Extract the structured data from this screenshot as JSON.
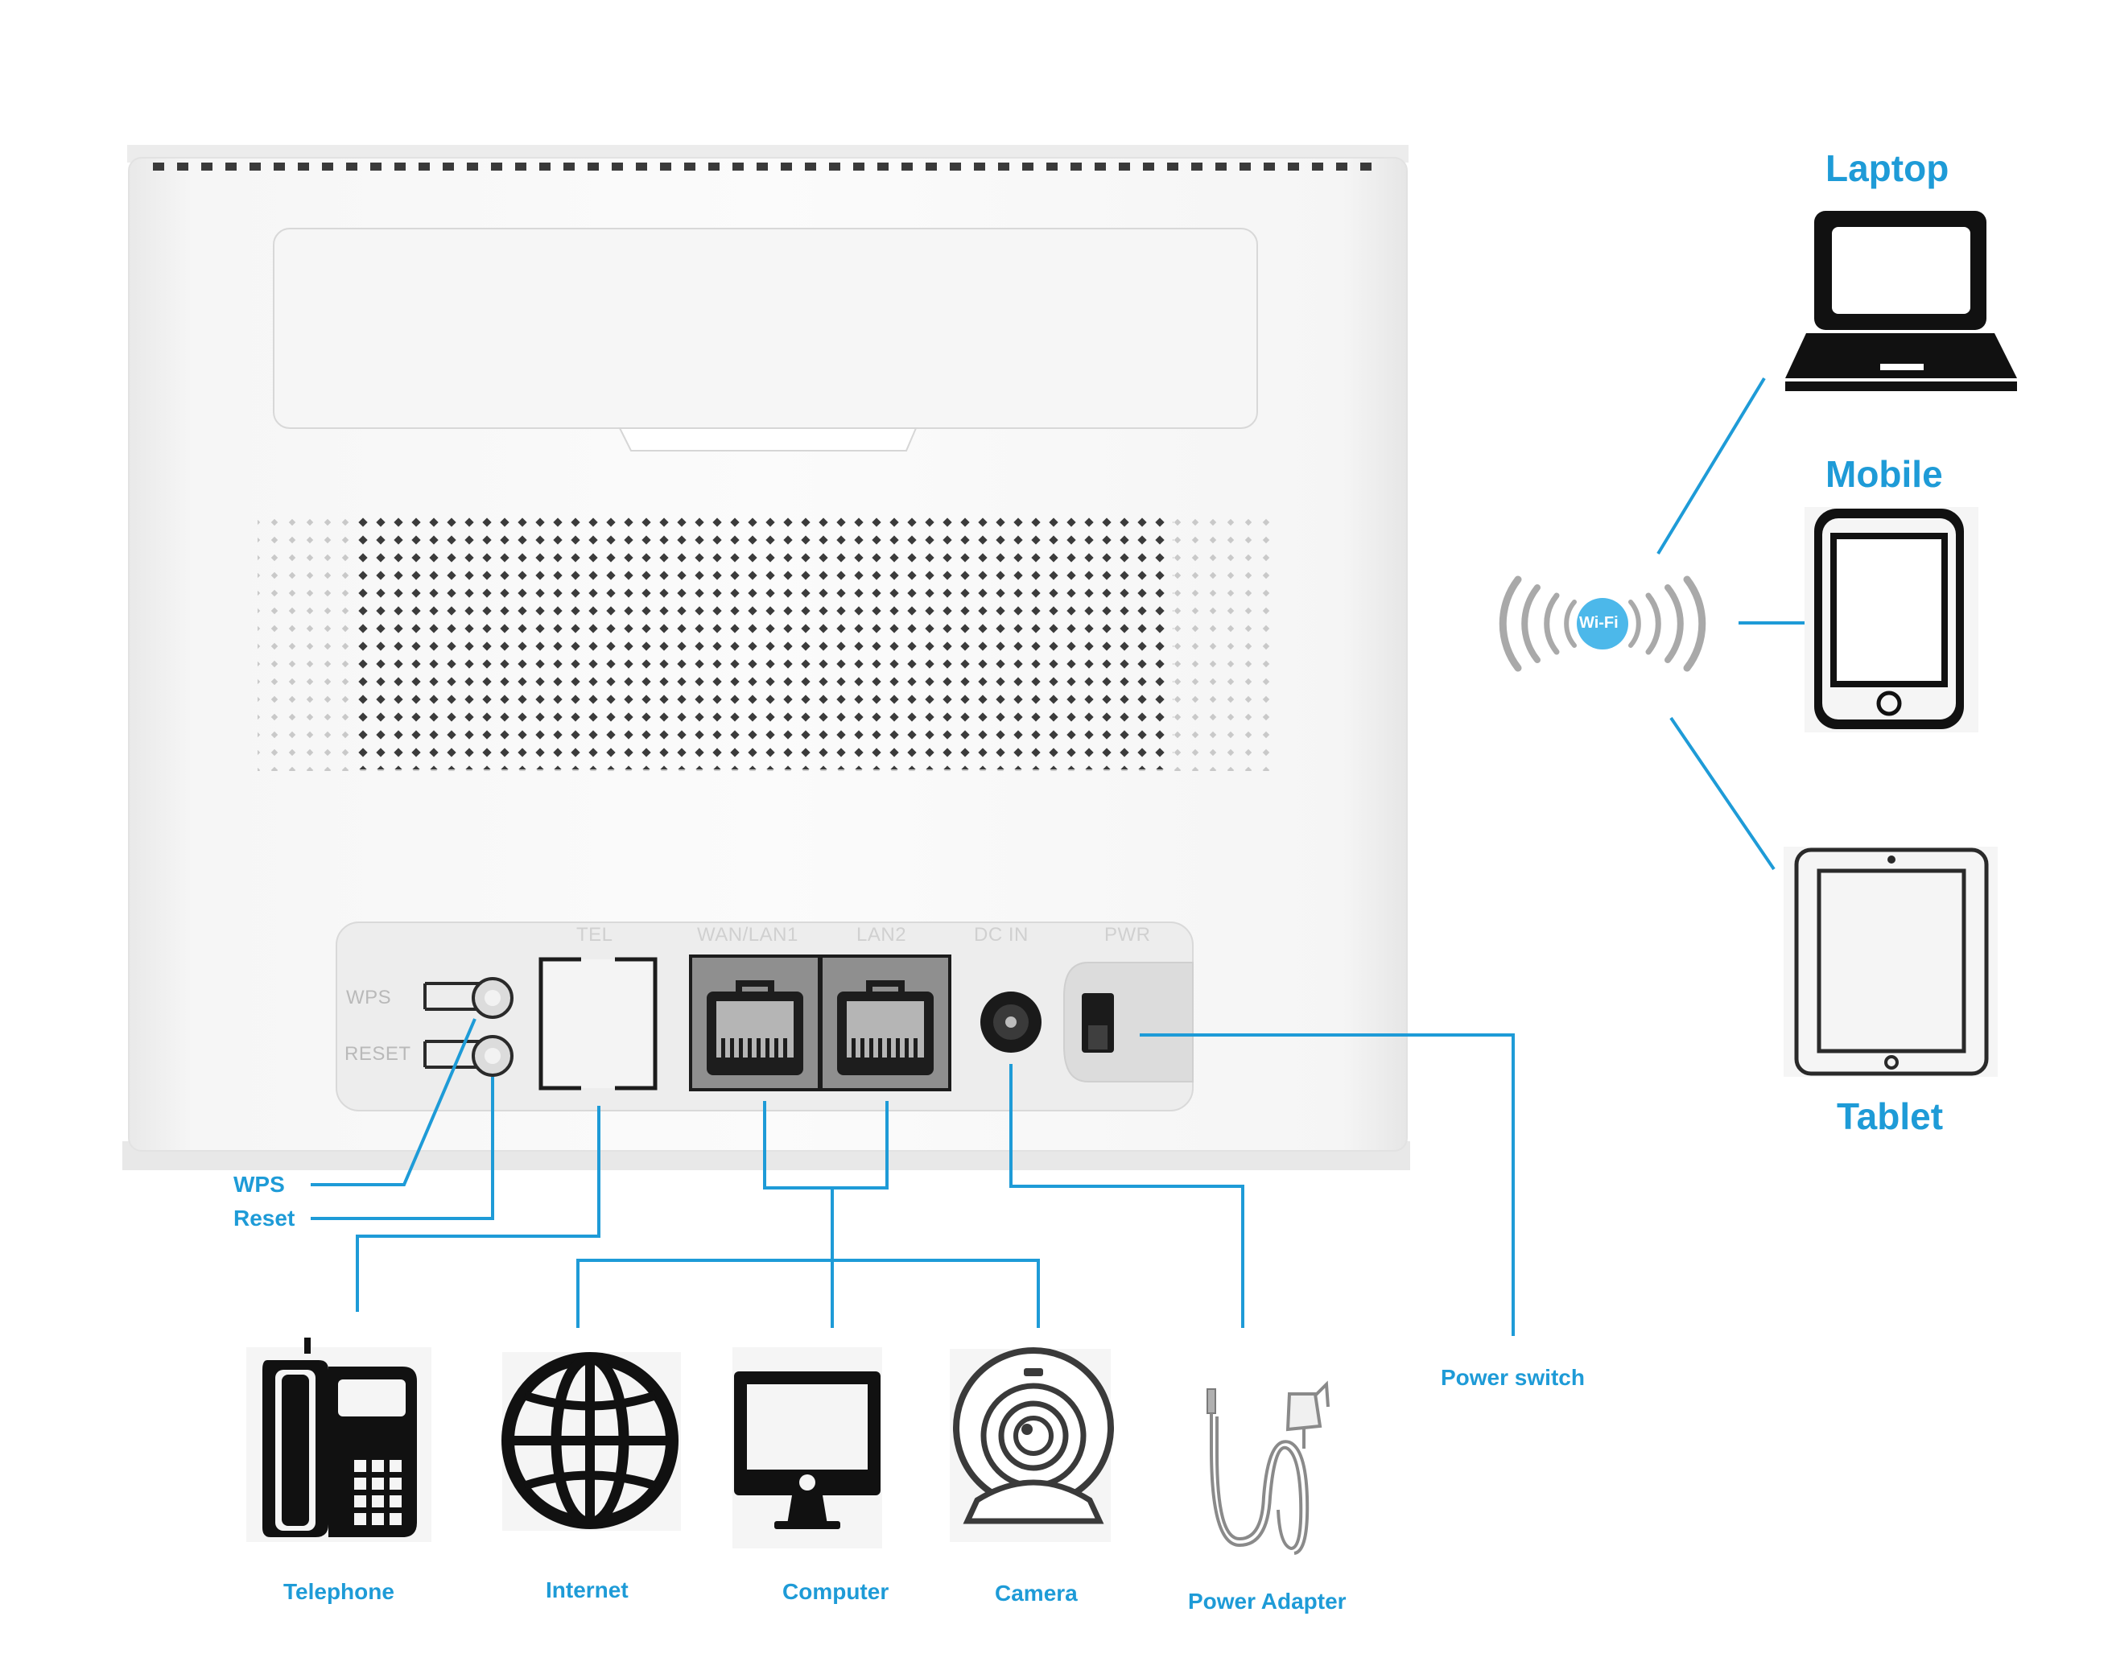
{
  "router": {
    "port_labels": {
      "wps": "WPS",
      "reset": "RESET",
      "tel": "TEL",
      "wan_lan1": "WAN/LAN1",
      "lan2": "LAN2",
      "dc_in": "DC IN",
      "pwr": "PWR"
    }
  },
  "callouts": {
    "wps": "WPS",
    "reset": "Reset",
    "power_switch": "Power switch"
  },
  "devices": {
    "telephone": "Telephone",
    "internet": "Internet",
    "computer": "Computer",
    "camera": "Camera",
    "power_adapter": "Power Adapter"
  },
  "wireless": {
    "badge": "Wi-Fi",
    "laptop": "Laptop",
    "mobile": "Mobile",
    "tablet": "Tablet"
  },
  "colors": {
    "accent": "#1e9bd7",
    "wifi_badge": "#4cb8ea"
  }
}
